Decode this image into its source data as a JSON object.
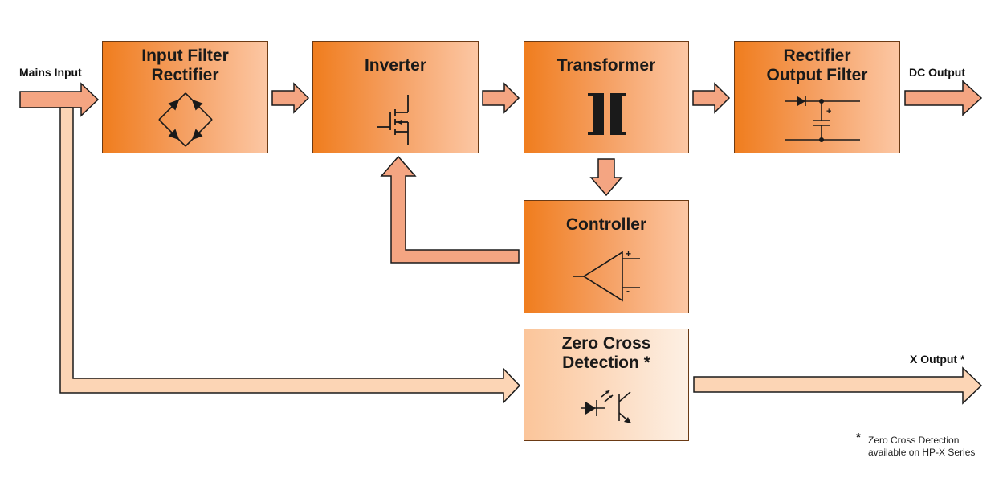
{
  "blocks": {
    "input_filter": {
      "title_line1": "Input Filter",
      "title_line2": "Rectifier"
    },
    "inverter": {
      "title": "Inverter"
    },
    "transformer": {
      "title": "Transformer"
    },
    "rectifier_output": {
      "title_line1": "Rectifier",
      "title_line2": "Output Filter"
    },
    "controller": {
      "title": "Controller"
    },
    "zero_cross": {
      "title_line1": "Zero Cross",
      "title_line2": "Detection *"
    }
  },
  "labels": {
    "mains_input": "Mains Input",
    "dc_output": "DC Output",
    "x_output": "X Output *"
  },
  "footnote": {
    "marker": "*",
    "line1": "Zero Cross Detection",
    "line2": "available on HP-X Series"
  },
  "icons": {
    "input_filter": "bridge-rectifier-icon",
    "inverter": "mosfet-icon",
    "transformer": "transformer-core-icon",
    "rectifier_output": "diode-capacitor-filter-icon",
    "controller": "op-amp-icon",
    "zero_cross": "optocoupler-icon"
  },
  "colors": {
    "block_dark": "#f07d1e",
    "block_light": "#fcc7a4",
    "arrow_fill": "#f4a582",
    "zero_cross_fill": "#fcd5b5",
    "stroke": "#1a1a1a"
  }
}
